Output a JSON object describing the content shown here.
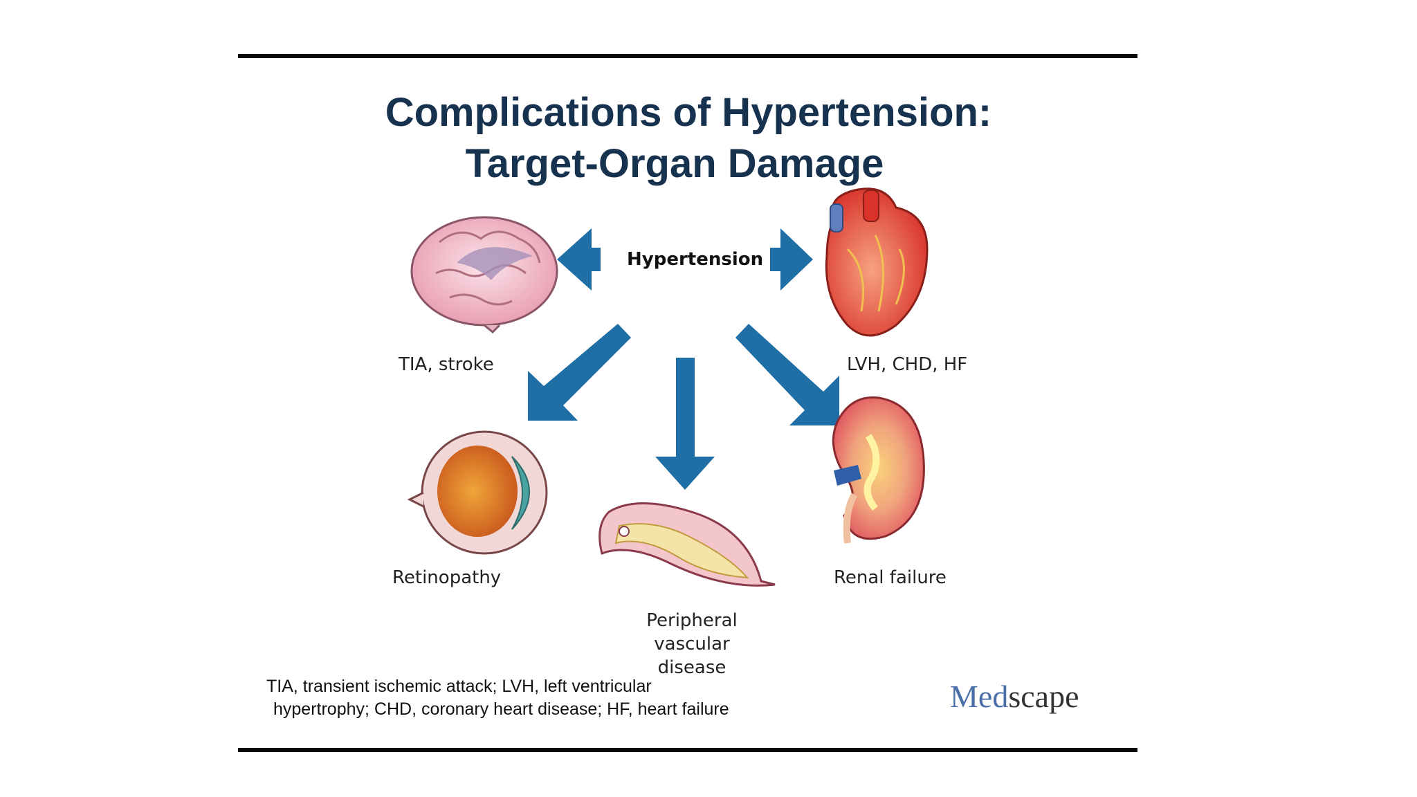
{
  "title": {
    "line1": "Complications of Hypertension:",
    "line2": "Target-Organ Damage"
  },
  "center": "Hypertension",
  "organs": {
    "brain": "TIA, stroke",
    "heart": "LVH, CHD, HF",
    "eye": "Retinopathy",
    "vessel": [
      "Peripheral",
      "vascular",
      "disease"
    ],
    "kidney": "Renal failure"
  },
  "footnote": {
    "line1": "TIA, transient ischemic attack; LVH, left ventricular",
    "line2": "hypertrophy; CHD, coronary heart disease; HF, heart failure"
  },
  "logo": {
    "part1": "Med",
    "part2": "scape"
  },
  "colors": {
    "arrow": "#1f6fa6",
    "title": "#17324f",
    "rule": "#0a0a0a"
  }
}
